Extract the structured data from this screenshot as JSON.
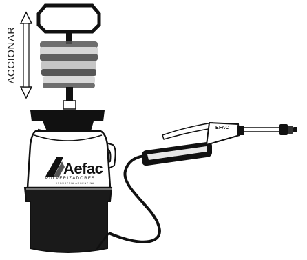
{
  "instruction_label": "ACCIONAR",
  "brand": {
    "name": "Aefac",
    "tagline": "PULVERIZADORES",
    "subtagline": "INDUSTRIA ARGENTINA",
    "lance_mark": "EFAC"
  },
  "colors": {
    "body": "#ffffff",
    "outline": "#111111",
    "tank_base": "#1a1a1a",
    "background": "#ffffff"
  },
  "icons": [
    "double-arrow-icon",
    "pump-handle-icon",
    "sprayer-tank-icon",
    "spray-lance-icon",
    "hose-icon"
  ]
}
